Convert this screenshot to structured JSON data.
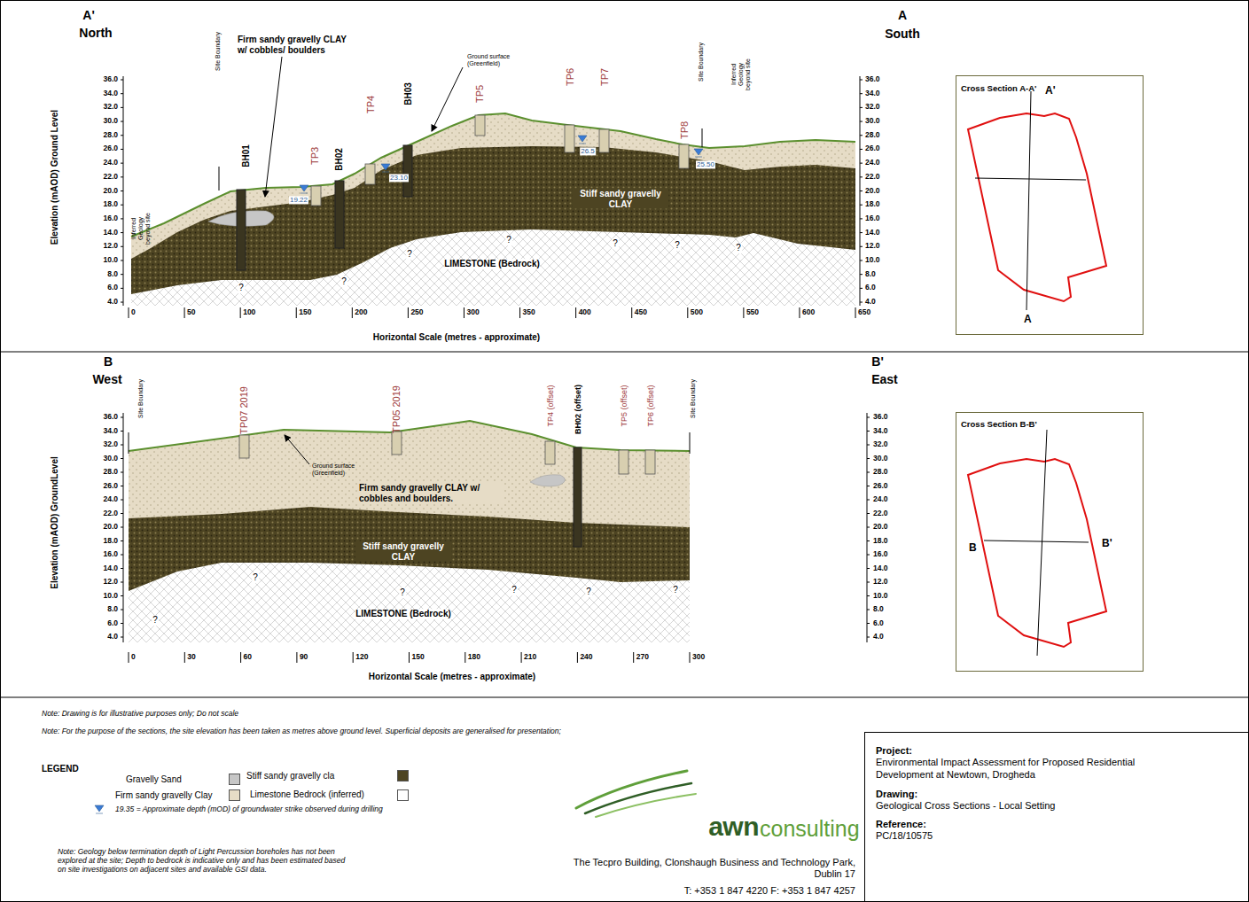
{
  "diagram": {
    "nodes": [
      {
        "text": [
          "Cross Section A-A'",
          "A'",
          "A"
        ]
      },
      {
        "text": [
          "Cross Section B-B'",
          "B",
          "B'"
        ]
      },
      {
        "text": [
          "Project:",
          "Environmental Impact Assessment for Proposed Residential Development at Newtown, Drogheda",
          "Drawing:",
          "Geological Cross Sections - Local Setting",
          "Reference:",
          "PC/18/10575"
        ]
      }
    ],
    "labels": [
      "A'",
      "North",
      "A",
      "South",
      "Firm sandy gravelly CLAY w/ cobbles/ boulders",
      "Ground surface (Greenfield)",
      "Site Boundary",
      "BH01",
      "TP3",
      "BH02",
      "TP4",
      "BH03",
      "TP5",
      "TP6",
      "TP7",
      "TP8",
      "Site Boundary",
      "Inferred Geology beyond site",
      "Inferred Geology beyond site",
      "19.22",
      "23.10",
      "26.5",
      "25.50",
      "Stiff sandy gravelly CLAY",
      "LIMESTONE (Bedrock)",
      "?",
      "?",
      "?",
      "?",
      "?",
      "?",
      "?",
      "Elevation (mAOD) Ground Level",
      "Horizontal Scale (metres - approximate)",
      "B",
      "West",
      "B'",
      "East",
      "Site Boundary",
      "TP07 2019",
      "TP05 2019",
      "TP4 (offset)",
      "BH02 (offset)",
      "TP5 (offset)",
      "TP6 (offset)",
      "Site Boundary",
      "Ground surface (Greenfield)",
      "Firm sandy gravelly CLAY w/ cobbles and boulders.",
      "Stiff sandy gravelly CLAY",
      "LIMESTONE (Bedrock)",
      "?",
      "?",
      "?",
      "?",
      "?",
      "?",
      "Elevation (mAOD) GroundLevel",
      "Horizontal Scale (metres - approximate)",
      "Note: Drawing is for illustrative purposes only; Do not scale",
      "Note: For the purpose of the sections, the site elevation has been taken as metres above ground level. Superficial deposits are generalised for presentation;",
      "LEGEND",
      "Note: Geology below termination depth of Light Percussion boreholes has not been explored at the site; Depth to bedrock is indicative only and has been estimated based on site investigations on adjacent sites and available GSI data.",
      "awn",
      "consulting",
      "The Tecpro Building, Clonshaugh Business and Technology Park, Dublin 17",
      "T: +353 1 847 4220 F: +353 1 847 4257",
      "36.0",
      "34.0",
      "32.0",
      "30.0",
      "28.0",
      "26.0",
      "24.0",
      "22.0",
      "20.0",
      "18.0",
      "16.0",
      "14.0",
      "12.0",
      "10.0",
      "8.0",
      "6.0",
      "4.0",
      "36.0",
      "34.0",
      "32.0",
      "30.0",
      "28.0",
      "26.0",
      "24.0",
      "22.0",
      "20.0",
      "18.0",
      "16.0",
      "14.0",
      "12.0",
      "10.0",
      "8.0",
      "6.0",
      "4.0",
      "0",
      "50",
      "100",
      "150",
      "200",
      "250",
      "300",
      "350",
      "400",
      "450",
      "500",
      "550",
      "600",
      "650",
      "36.0",
      "34.0",
      "32.0",
      "30.0",
      "28.0",
      "26.0",
      "24.0",
      "22.0",
      "20.0",
      "18.0",
      "16.0",
      "14.0",
      "12.0",
      "10.0",
      "8.0",
      "6.0",
      "4.0",
      "36.0",
      "34.0",
      "32.0",
      "30.0",
      "28.0",
      "26.0",
      "24.0",
      "22.0",
      "20.0",
      "18.0",
      "16.0",
      "14.0",
      "12.0",
      "10.0",
      "8.0",
      "6.0",
      "4.0",
      "0",
      "30",
      "60",
      "90",
      "120",
      "150",
      "180",
      "210",
      "240",
      "270",
      "300"
    ],
    "legend": [
      {
        "text": "Gravelly Sand",
        "color": "#c6c6c6"
      },
      {
        "text": "Firm sandy gravelly Clay",
        "color": "#e6dcc6"
      },
      {
        "text": "Stiff sandy gravelly cla",
        "color": "#4d4422"
      },
      {
        "text": "Limestone Bedrock (inferred)",
        "color": "#ffffff"
      },
      {
        "text": "19.35 = Approximate depth (mOD) of groundwater strike observed during drilling"
      }
    ]
  }
}
